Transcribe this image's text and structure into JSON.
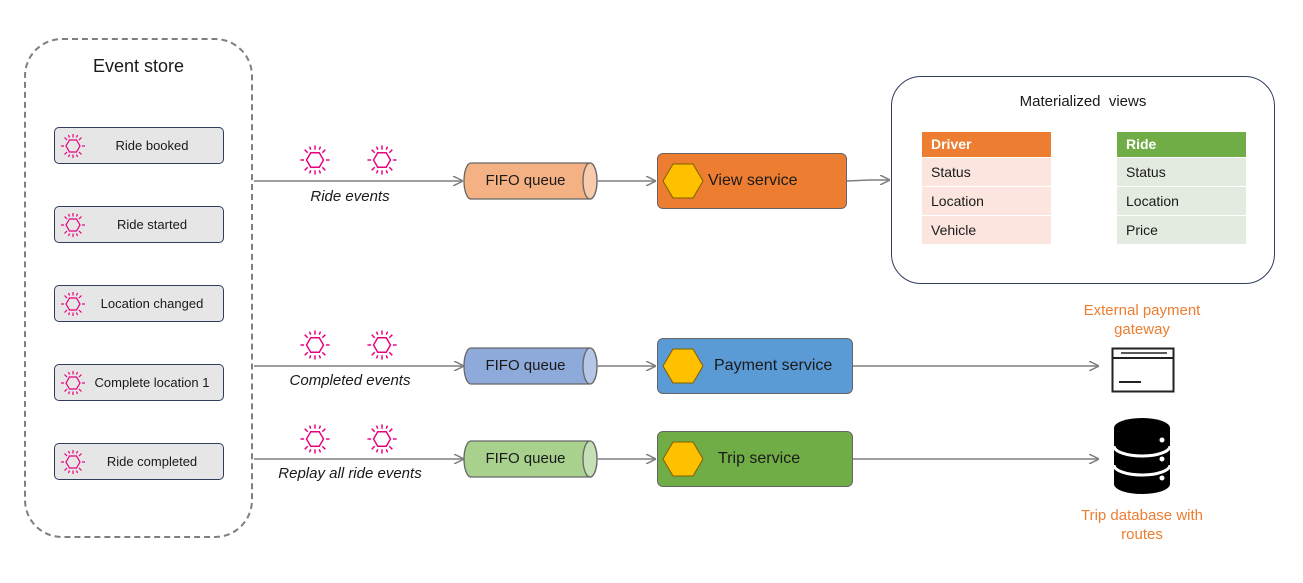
{
  "event_store": {
    "title": "Event store",
    "events": [
      "Ride booked",
      "Ride started",
      "Location changed",
      "Complete location 1",
      "Ride completed"
    ]
  },
  "flows": [
    {
      "label": "Ride events",
      "queue": "FIFO queue",
      "service": "View service",
      "queue_color": "#f4b183",
      "service_color": "#ed7d31"
    },
    {
      "label": "Completed events",
      "queue": "FIFO queue",
      "service": "Payment service",
      "queue_color": "#8eaadb",
      "service_color": "#5b9bd5"
    },
    {
      "label": "Replay all ride events",
      "queue": "FIFO queue",
      "service": "Trip service",
      "queue_color": "#a9d18e",
      "service_color": "#70ad47"
    }
  ],
  "materialized_views": {
    "title": "Materialized  views",
    "tables": [
      {
        "header": "Driver",
        "rows": [
          "Status",
          "Location",
          "Vehicle"
        ],
        "header_color": "#ed7d31",
        "row_color": "#fbe5de"
      },
      {
        "header": "Ride",
        "rows": [
          "Status",
          "Location",
          "Price"
        ],
        "header_color": "#70ad47",
        "row_color": "#e3ebe1"
      }
    ]
  },
  "external_payment": {
    "label_line1": "External payment",
    "label_line2": "gateway",
    "icon": "browser-window-icon"
  },
  "trip_database": {
    "label_line1": "Trip database with",
    "label_line2": "routes",
    "icon": "database-icon"
  },
  "colors": {
    "event_icon": "#e6007e",
    "hexagon": "#ffc000",
    "arrow": "#7f7f7f",
    "external_label": "#ed7d31"
  }
}
